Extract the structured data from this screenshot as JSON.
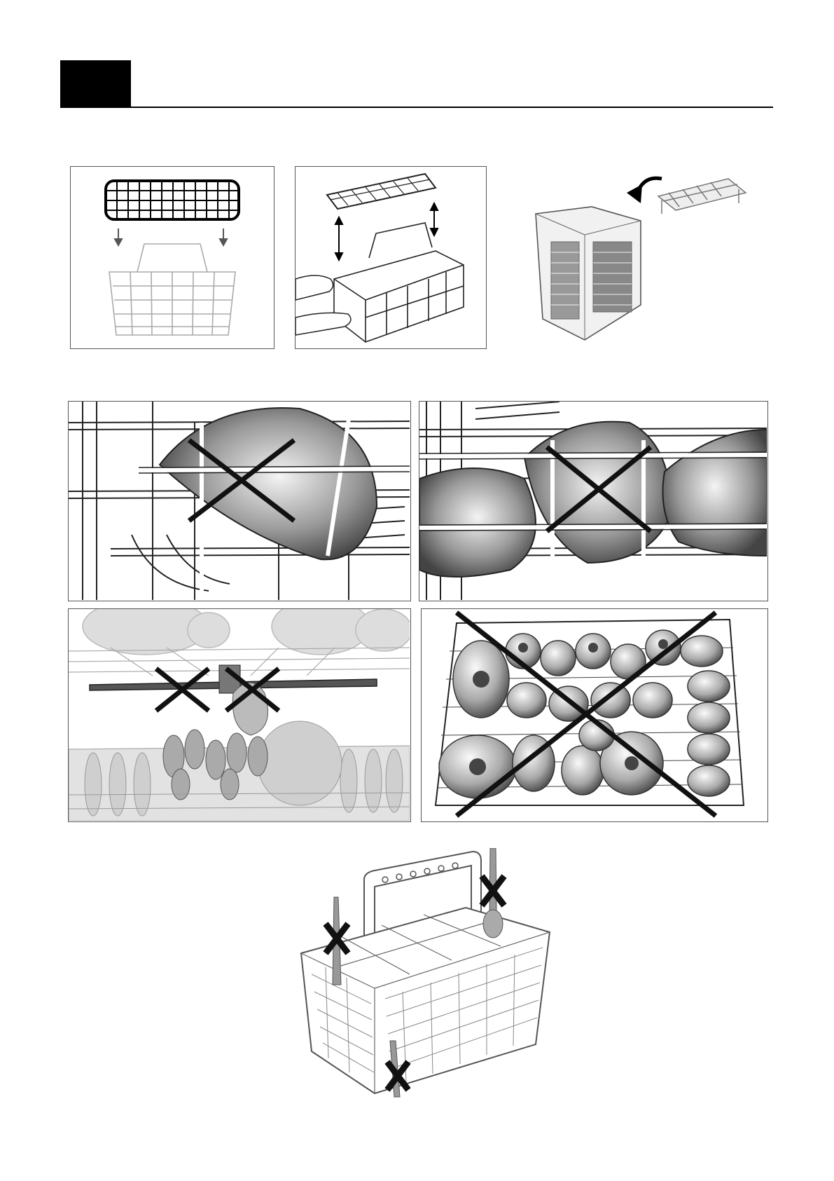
{
  "page": {
    "section_tab_color": "#000000",
    "rule_color": "#000000",
    "figure_stroke": "#555555",
    "cross_color": "#111111"
  },
  "figures": {
    "row1": [
      {
        "id": "fig-grid-lid-onto-basket",
        "icon": "cutlery-basket-lid-icon"
      },
      {
        "id": "fig-lid-lift-off",
        "icon": "cutlery-basket-lift-icon"
      },
      {
        "id": "fig-side-basket-flip",
        "icon": "cutlery-basket-rotate-icon"
      }
    ],
    "row2": [
      {
        "id": "fig-bowl-blocking-rack",
        "icon": "wrong-loading-icon",
        "marked_wrong": true
      },
      {
        "id": "fig-bowls-overlapping",
        "icon": "wrong-loading-icon",
        "marked_wrong": true
      }
    ],
    "row3": [
      {
        "id": "fig-spray-arm-blocked",
        "icon": "wrong-loading-icon",
        "marked_wrong": true
      },
      {
        "id": "fig-overloaded-rack",
        "icon": "wrong-loading-icon",
        "marked_wrong": true
      }
    ],
    "row4": [
      {
        "id": "fig-cutlery-basket-misuse",
        "icon": "cutlery-basket-icon",
        "marked_wrong": true
      }
    ]
  }
}
